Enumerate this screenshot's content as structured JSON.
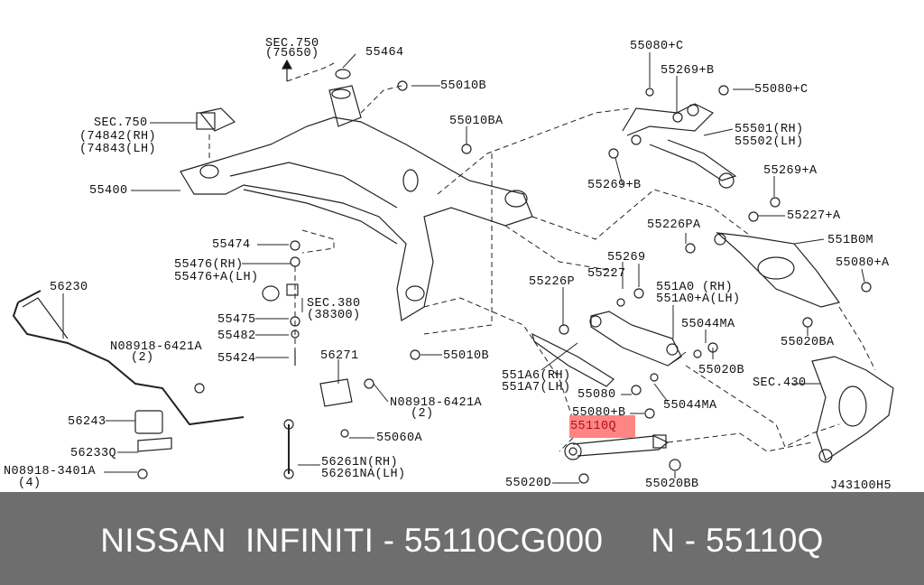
{
  "diagram": {
    "labels": [
      "SEC.750",
      "(75650)",
      "55464",
      "55010B",
      "55010BA",
      "SEC.750",
      "(74842(RH)",
      "(74843(LH)",
      "55400",
      "55080+C",
      "55269+B",
      "55080+C",
      "55501(RH)",
      "55502(LH)",
      "55269+B",
      "55269+A",
      "55227+A",
      "55226PA",
      "551B0M",
      "55080+A",
      "55474",
      "55476(RH)",
      "55476+A(LH)",
      "SEC.380",
      "(38300)",
      "56230",
      "55269",
      "55227",
      "55226P",
      "551A0 (RH)",
      "551A0+A(LH)",
      "55044MA",
      "55020BA",
      "55020B",
      "SEC.430",
      "551A6(RH)",
      "551A7(LH)",
      "55080",
      "55044MA",
      "55080+B",
      "55475",
      "55482",
      "55424",
      "55010B",
      "N08918-6421A",
      "(2)",
      "56271",
      "N08918-6421A",
      "(2)",
      "56243",
      "56233Q",
      "N08918-3401A",
      "(4)",
      "55060A",
      "56261N(RH)",
      "56261NA(LH)",
      "55020D",
      "55020BB",
      "J43100H5"
    ],
    "highlighted_part": "55110Q",
    "highlight_color": "#ff8585"
  },
  "footer": {
    "text": "NISSAN  INFINITI - 55110CG000     N - 55110Q"
  }
}
